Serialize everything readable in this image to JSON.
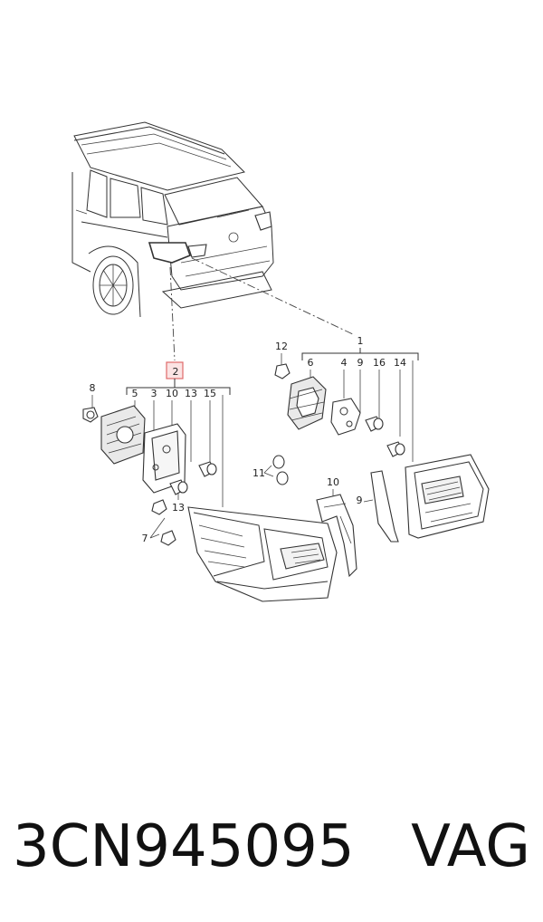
{
  "diagram": {
    "callouts": {
      "c1": "1",
      "c2": "2",
      "c3": "3",
      "c4": "4",
      "c5": "5",
      "c6": "6",
      "c7": "7",
      "c8": "8",
      "c9a": "9",
      "c9b": "9",
      "c10a": "10",
      "c10b": "10",
      "c11": "11",
      "c12": "12",
      "c13a": "13",
      "c13b": "13",
      "c14": "14",
      "c15": "15",
      "c16": "16"
    }
  },
  "footer": {
    "part_number": "3CN945095",
    "brand": "VAG"
  },
  "colors": {
    "line": "#333333",
    "highlight_box_border": "#e06a6a",
    "highlight_box_fill": "#fbe3e3"
  }
}
